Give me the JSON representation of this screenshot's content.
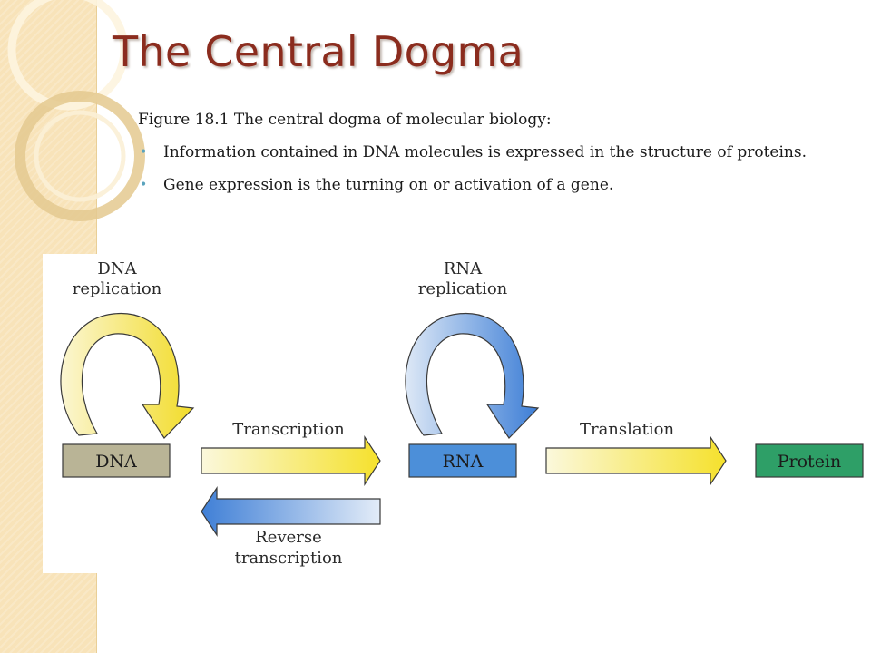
{
  "slide": {
    "title": "The Central Dogma",
    "intro": "Figure 18.1 The central dogma of molecular biology:",
    "bullets": [
      "Information contained in DNA molecules is expressed in the structure of proteins.",
      "Gene expression is the turning on or activation of a gene."
    ]
  },
  "figure": {
    "dna_replication": [
      "DNA",
      "replication"
    ],
    "rna_replication": [
      "RNA",
      "replication"
    ],
    "transcription": "Transcription",
    "translation": "Translation",
    "reverse_transcription": [
      "Reverse",
      "transcription"
    ],
    "boxes": {
      "dna": "DNA",
      "rna": "RNA",
      "protein": "Protein"
    }
  },
  "colors": {
    "title": "#8b2c1e",
    "side_band": "#f8e3b9",
    "bullet": "#5aa3bd",
    "dna_box": "#b9b496",
    "rna_box": "#4c8fd9",
    "protein_box": "#2e9f67",
    "yellow_arrow": "#f6e23a",
    "blue_arrow": "#4a86d8"
  }
}
